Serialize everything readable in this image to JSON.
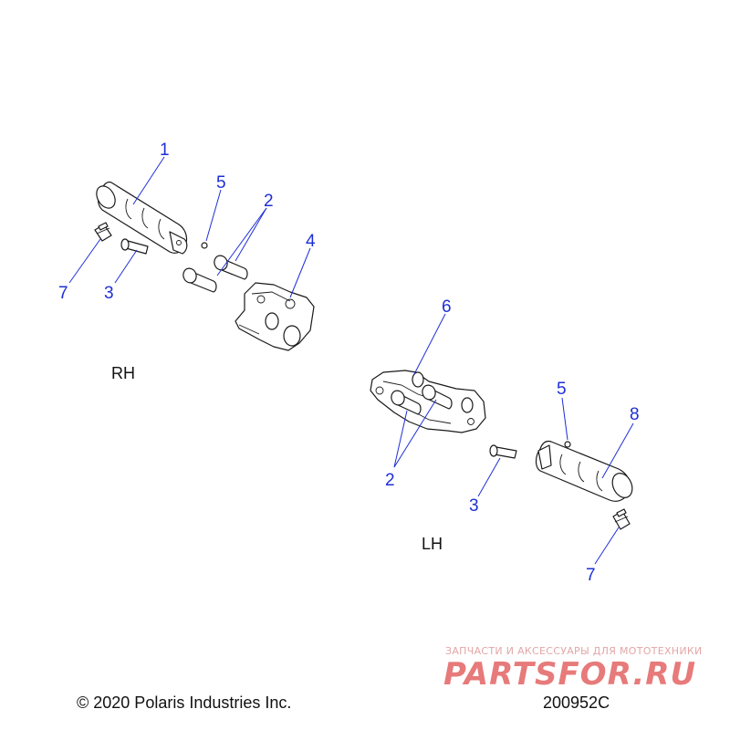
{
  "callouts": {
    "rh_1": "1",
    "rh_5": "5",
    "rh_2": "2",
    "rh_4": "4",
    "rh_7": "7",
    "rh_3": "3",
    "lh_6": "6",
    "lh_5": "5",
    "lh_8": "8",
    "lh_2": "2",
    "lh_3": "3",
    "lh_7": "7"
  },
  "side_labels": {
    "right": "RH",
    "left": "LH"
  },
  "footer": {
    "copyright": "© 2020 Polaris Industries Inc.",
    "diagram_id": "200952C"
  },
  "watermark": {
    "tagline": "ЗАПЧАСТИ И АКСЕССУАРЫ ДЛЯ МОТОТЕХНИКИ",
    "brand": "PARTSFOR.RU"
  },
  "colors": {
    "callout": "#1e2fd6",
    "watermark": "#e77a7a"
  }
}
